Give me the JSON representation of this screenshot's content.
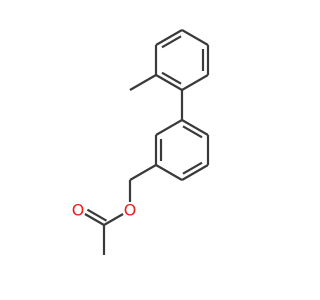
{
  "molecule": {
    "name": "",
    "atoms": [
      {
        "id": "a1",
        "element": "C",
        "label": ""
      },
      {
        "id": "a2",
        "element": "C",
        "label": ""
      },
      {
        "id": "a3",
        "element": "C",
        "label": ""
      },
      {
        "id": "a4",
        "element": "C",
        "label": ""
      },
      {
        "id": "a5",
        "element": "C",
        "label": ""
      },
      {
        "id": "a6",
        "element": "C",
        "label": ""
      },
      {
        "id": "a7",
        "element": "C",
        "label": ""
      },
      {
        "id": "a8",
        "element": "C",
        "label": ""
      },
      {
        "id": "a9",
        "element": "C",
        "label": ""
      },
      {
        "id": "a10",
        "element": "C",
        "label": ""
      },
      {
        "id": "a11",
        "element": "C",
        "label": ""
      },
      {
        "id": "a12",
        "element": "C",
        "label": ""
      },
      {
        "id": "a13",
        "element": "C",
        "label": ""
      },
      {
        "id": "a14",
        "element": "C",
        "label": ""
      },
      {
        "id": "a15",
        "element": "O",
        "label": "O"
      },
      {
        "id": "a16",
        "element": "C",
        "label": ""
      },
      {
        "id": "a17",
        "element": "O",
        "label": "O"
      },
      {
        "id": "a18",
        "element": "C",
        "label": ""
      }
    ],
    "bonds": [
      {
        "from": "a1",
        "to": "a2",
        "order": 1
      },
      {
        "from": "a2",
        "to": "a3",
        "order": 1
      },
      {
        "from": "a3",
        "to": "a4",
        "order": 2
      },
      {
        "from": "a4",
        "to": "a5",
        "order": 1
      },
      {
        "from": "a5",
        "to": "a6",
        "order": 2
      },
      {
        "from": "a6",
        "to": "a7",
        "order": 1
      },
      {
        "from": "a7",
        "to": "a2",
        "order": 2
      },
      {
        "from": "a7",
        "to": "a8",
        "order": 1
      },
      {
        "from": "a8",
        "to": "a9",
        "order": 2
      },
      {
        "from": "a9",
        "to": "a10",
        "order": 1
      },
      {
        "from": "a10",
        "to": "a11",
        "order": 2
      },
      {
        "from": "a11",
        "to": "a12",
        "order": 1
      },
      {
        "from": "a12",
        "to": "a13",
        "order": 2
      },
      {
        "from": "a13",
        "to": "a8",
        "order": 1
      },
      {
        "from": "a12",
        "to": "a14",
        "order": 1
      },
      {
        "from": "a14",
        "to": "a15",
        "order": 1
      },
      {
        "from": "a15",
        "to": "a16",
        "order": 1
      },
      {
        "from": "a16",
        "to": "a17",
        "order": 2
      },
      {
        "from": "a16",
        "to": "a18",
        "order": 1
      }
    ]
  },
  "colors": {
    "bond": "#3a3a3a",
    "oxygen": "#e8201b",
    "background": "#ffffff"
  }
}
